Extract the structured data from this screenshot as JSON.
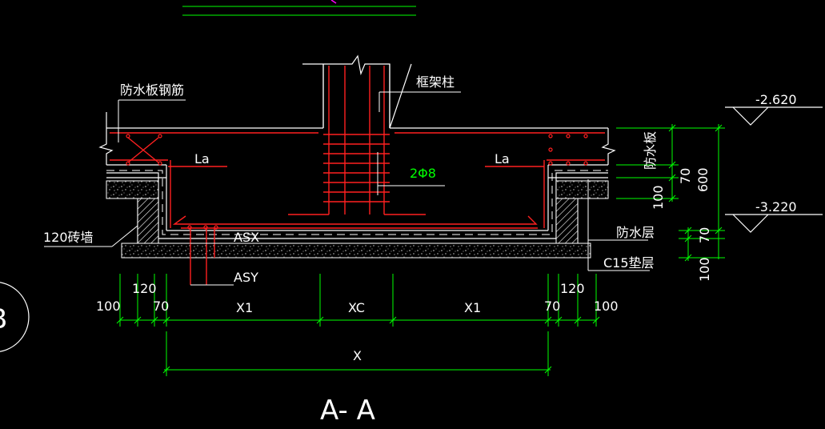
{
  "section_title": "A- A",
  "axis_bubble": "B",
  "labels": {
    "slab_rebar": "防水板钢筋",
    "frame_column": "框架柱",
    "anchor_left": "La",
    "anchor_right": "La",
    "stirrup": "2Φ8",
    "brick_wall": "120砖墙",
    "asx": "ASX",
    "asy": "ASY",
    "waterproof_layer": "防水层",
    "c15_cushion": "C15垫层",
    "waterproof_slab": "防水板"
  },
  "elevations": {
    "top": "-2.620",
    "bottom": "-3.220"
  },
  "right_dims": {
    "d70_upper": "70",
    "d600": "600",
    "d100_upper": "100",
    "d70_lower": "70",
    "d100_lower": "100"
  },
  "bottom_dims": {
    "d100_left": "100",
    "d120_left": "120",
    "d70_left": "70",
    "x1_left": "X1",
    "xc": "XC",
    "x1_right": "X1",
    "d70_right": "70",
    "d120_right": "120",
    "d100_right": "100",
    "x_total": "X"
  },
  "colors": {
    "background": "#000000",
    "outline": "#ffffff",
    "rebar": "#ff2020",
    "dimension": "#00ff00",
    "accent": "#ff00ff"
  }
}
